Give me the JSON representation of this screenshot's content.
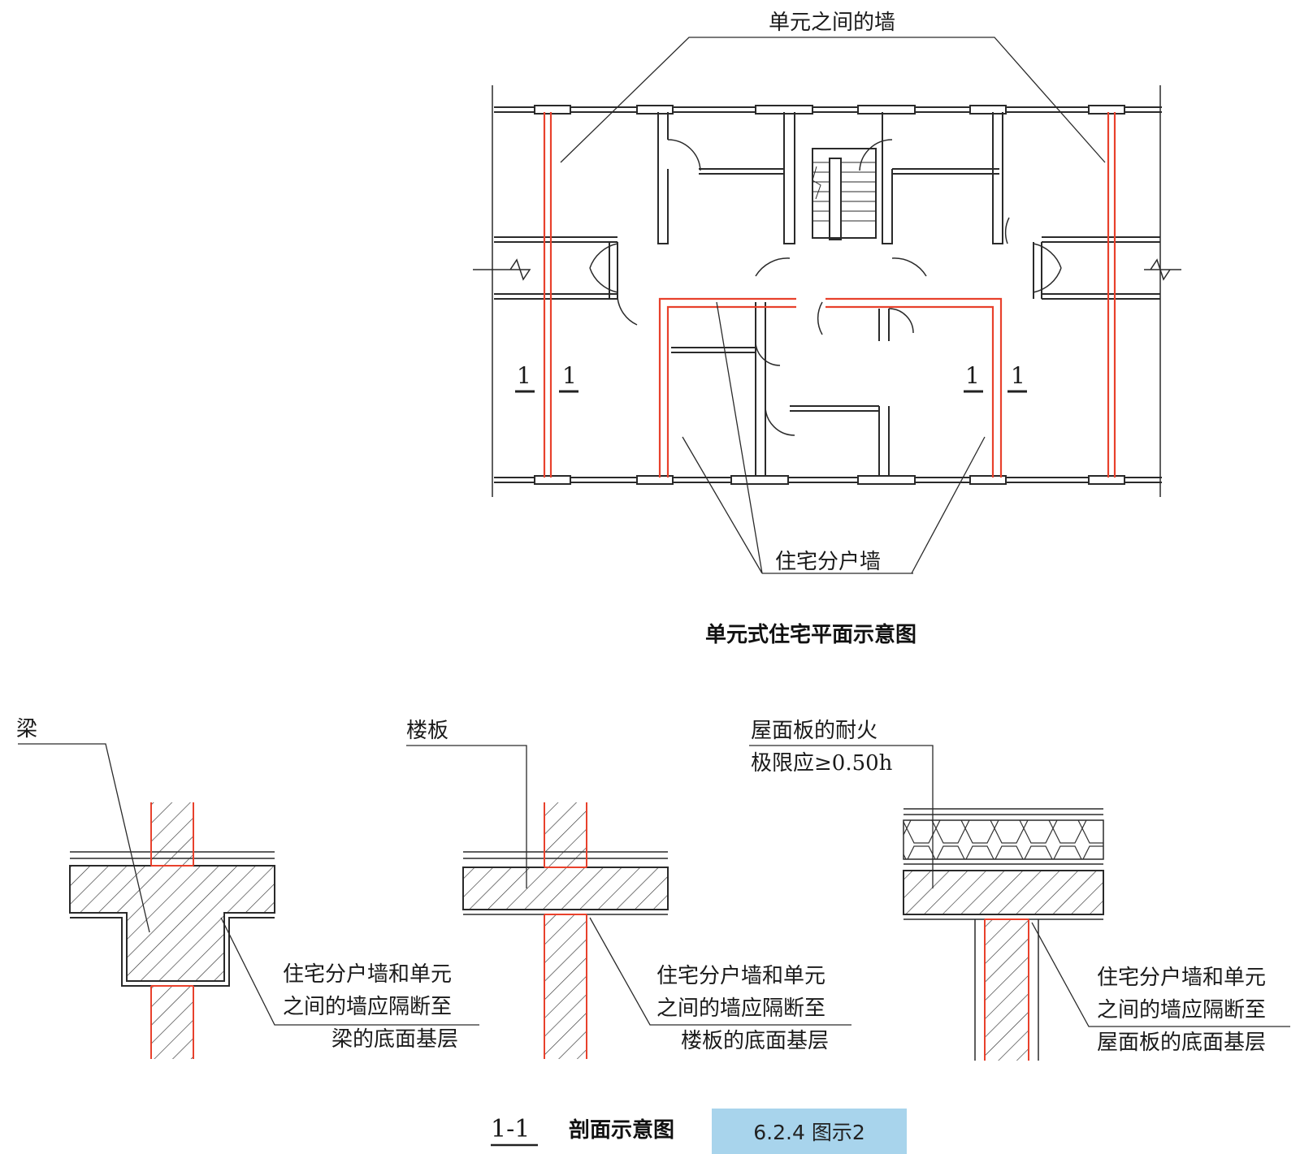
{
  "plan": {
    "label_unit_wall": "单元之间的墙",
    "label_household_wall": "住宅分户墙",
    "section_mark": "1",
    "caption": "单元式住宅平面示意图"
  },
  "sections": {
    "beam": {
      "label": "梁",
      "note": [
        "住宅分户墙和单元",
        "之间的墙应隔断至",
        "梁的底面基层"
      ]
    },
    "floor": {
      "label": "楼板",
      "note": [
        "住宅分户墙和单元",
        "之间的墙应隔断至",
        "楼板的底面基层"
      ]
    },
    "roof": {
      "label": [
        "屋面板的耐火",
        "极限应≥0.50h"
      ],
      "note": [
        "住宅分户墙和单元",
        "之间的墙应隔断至",
        "屋面板的底面基层"
      ]
    },
    "caption_mark": "1-1",
    "caption": "剖面示意图"
  },
  "figure_tag": {
    "text": "6.2.4 图示2",
    "bg": "#a8d4ec"
  },
  "colors": {
    "red_wall": "#e8412c",
    "line": "#2a2a2a"
  }
}
